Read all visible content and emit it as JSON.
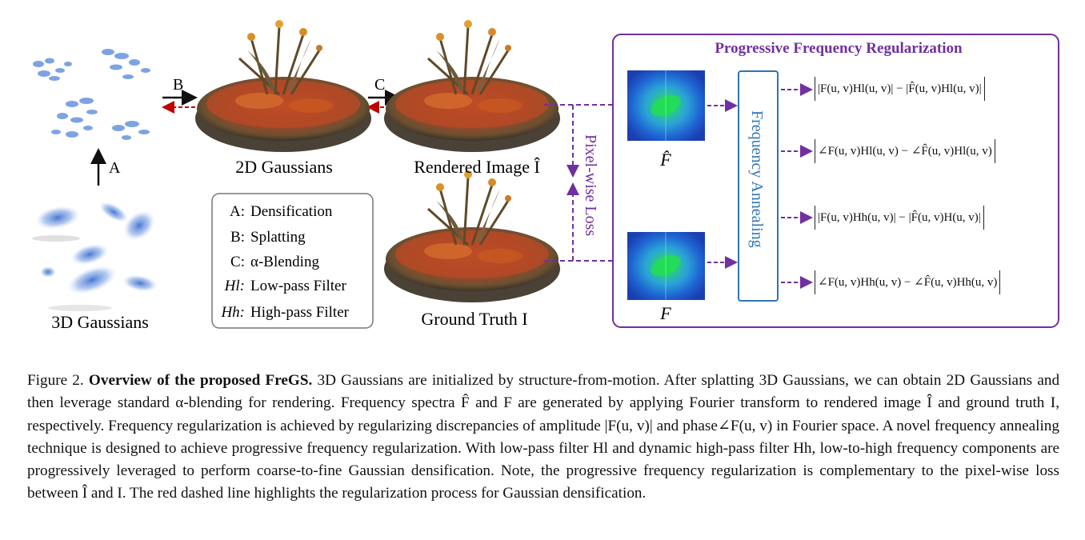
{
  "figure": {
    "labels": {
      "gaussians_3d": "3D Gaussians",
      "gaussians_2d": "2D Gaussians",
      "rendered_image": "Rendered Image Î",
      "ground_truth": "Ground Truth I",
      "arrow_a": "A",
      "arrow_b": "B",
      "arrow_c": "C",
      "pixel_loss": "Pixel-wise Loss",
      "f_hat": "F̂",
      "f": "F",
      "panel_title": "Progressive Frequency Regularization",
      "annealing": "Frequency Annealing"
    },
    "legend": [
      {
        "key": "A:",
        "text": "Densification"
      },
      {
        "key": "B:",
        "text": "Splatting"
      },
      {
        "key": "C:",
        "text": "α-Blending"
      },
      {
        "key": "Hl:",
        "text": "Low-pass Filter"
      },
      {
        "key": "Hh:",
        "text": "High-pass Filter"
      }
    ],
    "formulas": [
      "|F(u, v)Hl(u, v)| − |F̂(u, v)Hl(u, v)|",
      "∠F(u, v)Hl(u, v) − ∠F̂(u, v)Hl(u, v)",
      "|F(u, v)Hh(u, v)| − |F̂(u, v)H(u, v)|",
      "∠F(u, v)Hh(u, v) − ∠F̂(u, v)Hh(u, v)"
    ],
    "colors": {
      "purple": "#7030a0",
      "red": "#c00000",
      "blue": "#2e75b6",
      "ellipse": "#6f97d8"
    }
  },
  "caption": {
    "figure_number": "Figure 2.",
    "bold_title": "Overview of the proposed FreGS.",
    "body": "3D Gaussians are initialized by structure-from-motion. After splatting 3D Gaussians, we can obtain 2D Gaussians and then leverage standard α-blending for rendering. Frequency spectra F̂ and F are generated by applying Fourier transform to rendered image Î and ground truth I, respectively. Frequency regularization is achieved by regularizing discrepancies of amplitude |F(u, v)| and phase∠F(u, v) in Fourier space. A novel frequency annealing technique is designed to achieve progressive frequency regularization. With low-pass filter Hl and dynamic high-pass filter Hh, low-to-high frequency components are progressively leveraged to perform coarse-to-fine Gaussian densification. Note, the progressive frequency regularization is complementary to the pixel-wise loss between Î and I. The red dashed line highlights the regularization process for Gaussian densification."
  }
}
